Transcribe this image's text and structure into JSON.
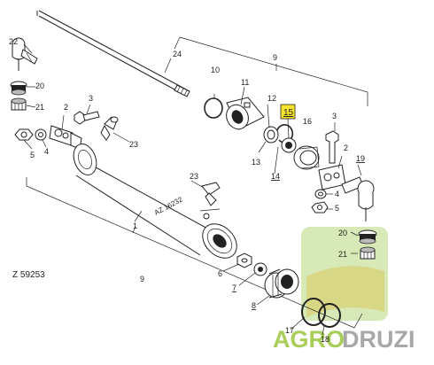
{
  "drawing_number": "Z 59253",
  "cylinder_marking": "AZ 16232",
  "highlighted_label": "15",
  "watermark": {
    "part1": "AGRO",
    "part2": "DRUZI"
  },
  "colors": {
    "highlight": "#f5e52a",
    "watermark_green": "#9bc53d",
    "watermark_gray": "#9a9a9a"
  },
  "labels": {
    "l1": "1",
    "l2a": "2",
    "l2b": "2",
    "l3a": "3",
    "l3b": "3",
    "l4a": "4",
    "l4b": "4",
    "l5a": "5",
    "l5b": "5",
    "l6": "6",
    "l7": "7",
    "l8": "8",
    "l9a": "9",
    "l9b": "9",
    "l10": "10",
    "l11": "11",
    "l12": "12",
    "l13": "13",
    "l14": "14",
    "l16": "16",
    "l17": "17",
    "l18": "18",
    "l19": "19",
    "l20a": "20",
    "l20b": "20",
    "l21a": "21",
    "l21b": "21",
    "l22": "22",
    "l23a": "23",
    "l23b": "23",
    "l24": "24"
  }
}
